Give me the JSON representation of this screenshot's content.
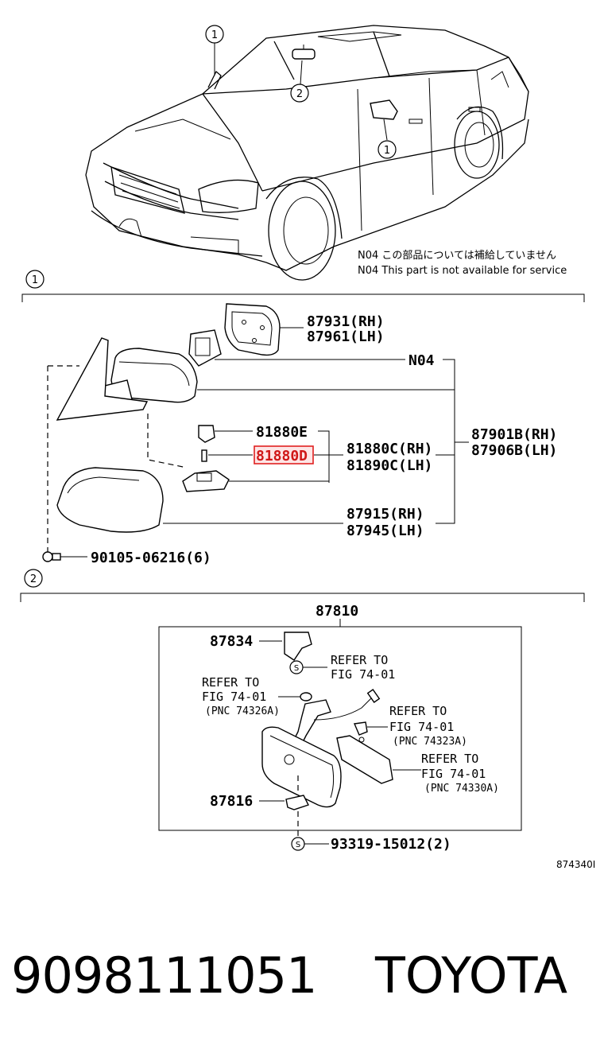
{
  "callouts": {
    "one": "1",
    "two": "2"
  },
  "note": {
    "jp": "N04 この部品については補給していません",
    "en": "N04 This part is not available for service"
  },
  "section1": {
    "part_87931": "87931(RH)",
    "part_87961": "87961(LH)",
    "n04": "N04",
    "part_81880E": "81880E",
    "part_81880D": "81880D",
    "part_81880C": "81880C(RH)",
    "part_81890C": "81890C(LH)",
    "part_87901B": "87901B(RH)",
    "part_87906B": "87906B(LH)",
    "part_87915": "87915(RH)",
    "part_87945": "87945(LH)",
    "part_90105": "90105-06216(6)"
  },
  "section2": {
    "part_87810": "87810",
    "part_87834": "87834",
    "refer_a_1": "REFER TO",
    "refer_a_2": "FIG 74-01",
    "refer_b_1": "REFER TO",
    "refer_b_2": "FIG 74-01",
    "refer_b_3": "(PNC 74326A)",
    "refer_c_1": "REFER TO",
    "refer_c_2": "FIG 74-01",
    "refer_c_3": "(PNC 74323A)",
    "refer_d_1": "REFER TO",
    "refer_d_2": "FIG 74-01",
    "refer_d_3": "(PNC 74330A)",
    "part_87816": "87816",
    "part_93319": "93319-15012(2)",
    "s_mark": "S"
  },
  "figure_id": "874340I",
  "highlight_color": "#e02020",
  "footer": {
    "part_number": "9098111051",
    "brand": "TOYOTA"
  }
}
